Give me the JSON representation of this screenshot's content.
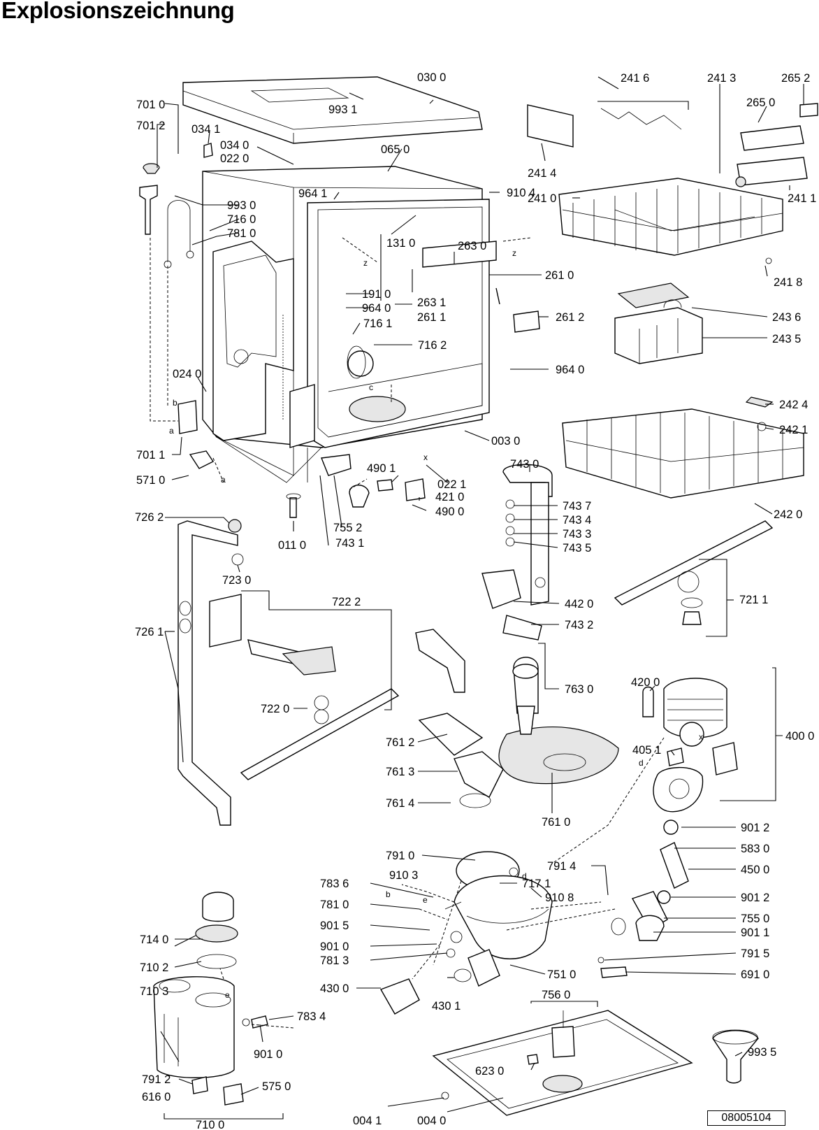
{
  "title": "Explosionszeichnung",
  "document_number": "08005104",
  "callout_letters": [
    "a",
    "b",
    "c",
    "d",
    "e",
    "x",
    "z"
  ],
  "parts": [
    {
      "id": "030 0"
    },
    {
      "id": "993 1"
    },
    {
      "id": "701 0"
    },
    {
      "id": "701 2"
    },
    {
      "id": "034 1"
    },
    {
      "id": "034 0"
    },
    {
      "id": "022 0"
    },
    {
      "id": "065 0"
    },
    {
      "id": "964 1"
    },
    {
      "id": "910 4"
    },
    {
      "id": "993 0"
    },
    {
      "id": "716 0"
    },
    {
      "id": "781 0"
    },
    {
      "id": "131 0"
    },
    {
      "id": "263 0"
    },
    {
      "id": "261 0"
    },
    {
      "id": "191 0"
    },
    {
      "id": "964 0"
    },
    {
      "id": "263 1"
    },
    {
      "id": "261 1"
    },
    {
      "id": "261 2"
    },
    {
      "id": "716 1"
    },
    {
      "id": "716 2"
    },
    {
      "id": "964 0"
    },
    {
      "id": "024 0"
    },
    {
      "id": "003 0"
    },
    {
      "id": "701 1"
    },
    {
      "id": "571 0"
    },
    {
      "id": "022 1"
    },
    {
      "id": "490 1"
    },
    {
      "id": "421 0"
    },
    {
      "id": "490 0"
    },
    {
      "id": "755 2"
    },
    {
      "id": "743 1"
    },
    {
      "id": "011 0"
    },
    {
      "id": "241 6"
    },
    {
      "id": "241 3"
    },
    {
      "id": "265 2"
    },
    {
      "id": "265 0"
    },
    {
      "id": "241 4"
    },
    {
      "id": "241 1"
    },
    {
      "id": "241 0"
    },
    {
      "id": "241 8"
    },
    {
      "id": "243 6"
    },
    {
      "id": "243 5"
    },
    {
      "id": "242 4"
    },
    {
      "id": "242 1"
    },
    {
      "id": "242 0"
    },
    {
      "id": "743 0"
    },
    {
      "id": "743 7"
    },
    {
      "id": "743 4"
    },
    {
      "id": "743 3"
    },
    {
      "id": "743 5"
    },
    {
      "id": "442 0"
    },
    {
      "id": "743 2"
    },
    {
      "id": "721 1"
    },
    {
      "id": "726 2"
    },
    {
      "id": "723 0"
    },
    {
      "id": "722 2"
    },
    {
      "id": "726 1"
    },
    {
      "id": "722 0"
    },
    {
      "id": "763 0"
    },
    {
      "id": "761 2"
    },
    {
      "id": "761 3"
    },
    {
      "id": "761 4"
    },
    {
      "id": "761 0"
    },
    {
      "id": "420 0"
    },
    {
      "id": "400 0"
    },
    {
      "id": "405 1"
    },
    {
      "id": "901 2"
    },
    {
      "id": "583 0"
    },
    {
      "id": "450 0"
    },
    {
      "id": "901 2"
    },
    {
      "id": "755 0"
    },
    {
      "id": "901 1"
    },
    {
      "id": "791 5"
    },
    {
      "id": "691 0"
    },
    {
      "id": "791 0"
    },
    {
      "id": "791 4"
    },
    {
      "id": "910 3"
    },
    {
      "id": "717 1"
    },
    {
      "id": "910 8"
    },
    {
      "id": "783 6"
    },
    {
      "id": "781 0"
    },
    {
      "id": "901 5"
    },
    {
      "id": "901 0"
    },
    {
      "id": "781 3"
    },
    {
      "id": "751 0"
    },
    {
      "id": "430 0"
    },
    {
      "id": "430 1"
    },
    {
      "id": "714 0"
    },
    {
      "id": "710 2"
    },
    {
      "id": "710 3"
    },
    {
      "id": "783 4"
    },
    {
      "id": "901 0"
    },
    {
      "id": "791 2"
    },
    {
      "id": "616 0"
    },
    {
      "id": "575 0"
    },
    {
      "id": "710 0"
    },
    {
      "id": "756 0"
    },
    {
      "id": "623 0"
    },
    {
      "id": "993 5"
    },
    {
      "id": "004 1"
    },
    {
      "id": "004 0"
    }
  ]
}
